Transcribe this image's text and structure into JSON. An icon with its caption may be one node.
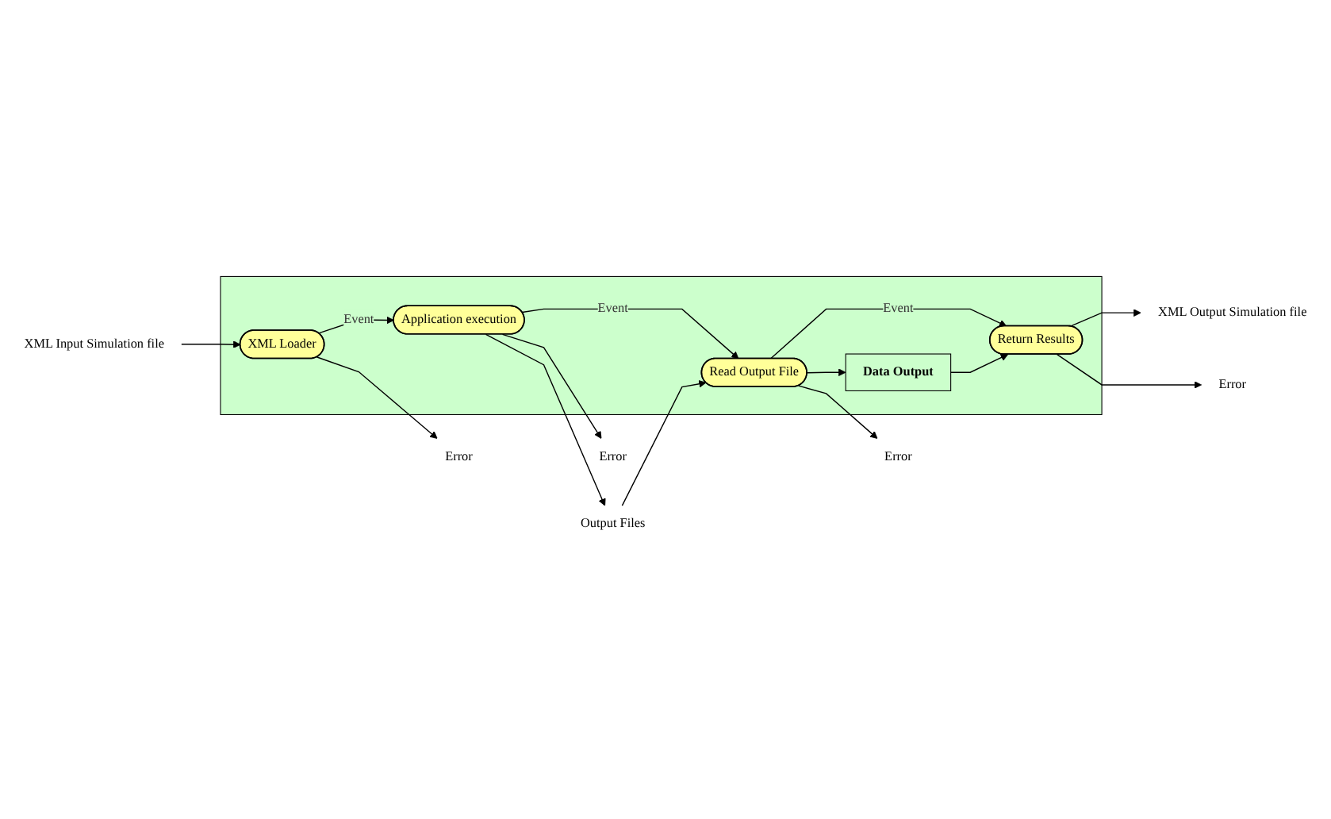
{
  "diagram": {
    "nodes": [
      {
        "text": [],
        "shape": "box"
      },
      {
        "text": [
          "XML Input Simulation file"
        ]
      },
      {
        "text": [
          "Error"
        ]
      },
      {
        "text": [
          "Error"
        ]
      },
      {
        "text": [
          "XML Loader"
        ],
        "in": 0
      },
      {
        "text": [
          "Application execution"
        ],
        "in": 0
      },
      {
        "text": [
          "Output Files"
        ]
      },
      {
        "text": [
          "XML Output Simulation file"
        ]
      },
      {
        "text": [
          "Return Results"
        ],
        "in": 0
      },
      {
        "text": [
          "Read Output File"
        ],
        "in": 0
      },
      {
        "text": [
          "Error"
        ]
      },
      {
        "text": [
          "Data Output"
        ],
        "in": 0
      },
      {
        "text": [
          "Error"
        ]
      }
    ],
    "edges": [
      {
        "from": 1,
        "to": 4,
        "arrow": "to"
      },
      {
        "from": 4,
        "to": 2,
        "arrow": "to"
      },
      {
        "from": 4,
        "to": 5,
        "arrow": "to",
        "label": "Event"
      },
      {
        "from": 5,
        "to": 3,
        "arrow": "to"
      },
      {
        "from": 5,
        "to": 6,
        "arrow": "to"
      },
      {
        "from": 5,
        "to": 9,
        "arrow": "to",
        "label": "Event"
      },
      {
        "from": 6,
        "to": 9,
        "arrow": "to"
      },
      {
        "from": 9,
        "to": 8,
        "arrow": "to",
        "label": "Event"
      },
      {
        "from": 9,
        "to": 10,
        "arrow": "to"
      },
      {
        "from": 9,
        "to": 11,
        "arrow": "to"
      },
      {
        "from": 11,
        "to": 8,
        "arrow": "to"
      },
      {
        "from": 8,
        "to": 7,
        "arrow": "to"
      },
      {
        "from": 8,
        "to": 12,
        "arrow": "to"
      }
    ]
  }
}
